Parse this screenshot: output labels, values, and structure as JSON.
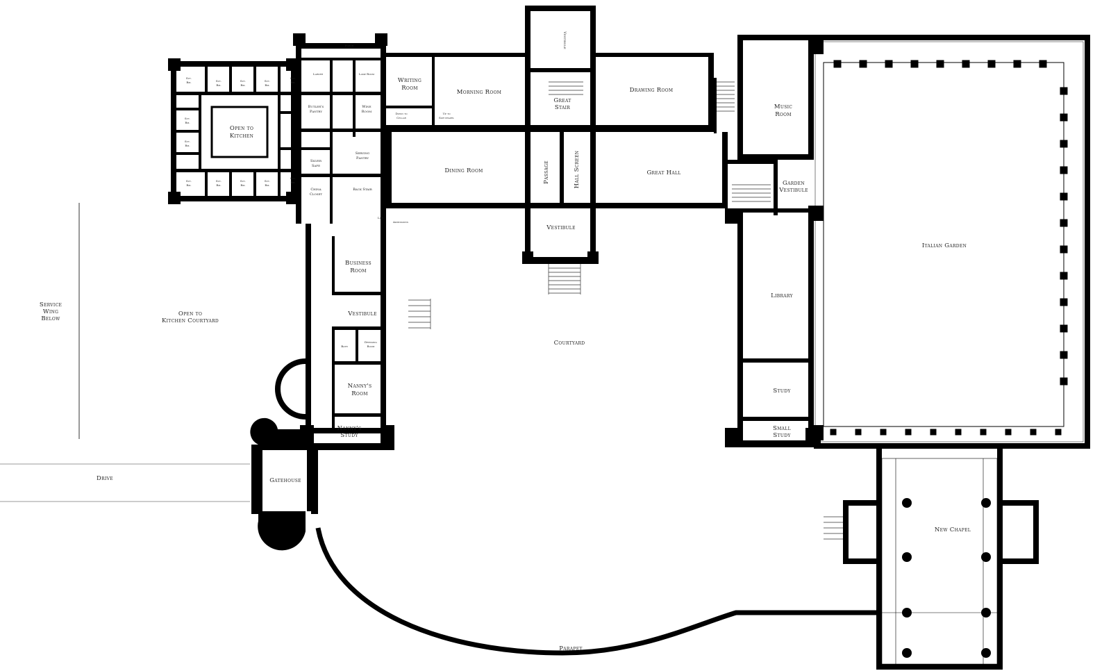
{
  "rooms": {
    "vestibule_north": "Vestibule",
    "writing_room": [
      "Writing",
      "Room"
    ],
    "morning_room": "Morning Room",
    "great_stair": [
      "Great",
      "Stair"
    ],
    "drawing_room": "Drawing Room",
    "music_room": [
      "Music",
      "Room"
    ],
    "open_to_kitchen": [
      "Open to",
      "Kitchen"
    ],
    "butlers_pantry": [
      "Butler's",
      "Pantry"
    ],
    "wine_room": [
      "Wine",
      "Room"
    ],
    "down_to_cellar": [
      "Down to",
      "Cellar"
    ],
    "up_to_sub_chapel": [
      "Up to",
      "Sub-chapel"
    ],
    "larder": "Larder",
    "lamp_room": "Lamp Room",
    "porch": "Porch",
    "silver_safe": [
      "Silver",
      "Safe"
    ],
    "serving_pantry": [
      "Serving",
      "Pantry"
    ],
    "china_closet": [
      "China",
      "Closet"
    ],
    "back_stair": "Back Stair",
    "dining_room": "Dining Room",
    "passage": "Passage",
    "hall_screen": "Hall Screen",
    "great_hall": "Great Hall",
    "garden_vestibule": [
      "Garden",
      "Vestibule"
    ],
    "vestibule_main": "Vestibule",
    "admissions": "Admissions",
    "lift": "Lift",
    "italian_garden": "Italian Garden",
    "business_room": [
      "Business",
      "Room"
    ],
    "vestibule_side": "Vestibule",
    "library": "Library",
    "service_wing_below": [
      "Service",
      "Wing",
      "Below"
    ],
    "open_to_kitchen_courtyard": [
      "Open to",
      "Kitchen Courtyard"
    ],
    "courtyard": "Courtyard",
    "bath": "Bath",
    "dressing_room": [
      "Dressing",
      "Room"
    ],
    "nannys_room": [
      "Nanny's",
      "Room"
    ],
    "study": "Study",
    "nannys_study": [
      "Nanny's",
      "Study"
    ],
    "small_study": [
      "Small",
      "Study"
    ],
    "drive": "Drive",
    "gatehouse": "Gatehouse",
    "new_chapel": "New Chapel",
    "parapet": "Parapet",
    "servants_room": [
      "Svt.",
      "Rm."
    ]
  }
}
